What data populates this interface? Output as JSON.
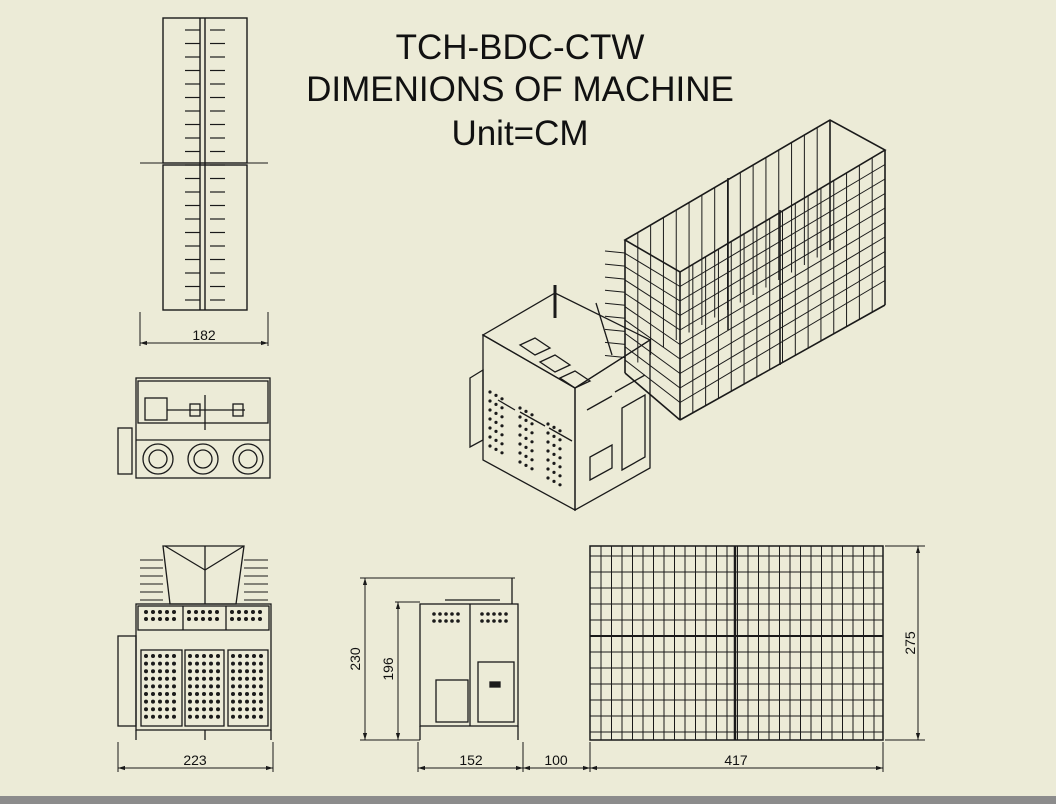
{
  "title": {
    "model": "TCH-BDC-CTW",
    "heading": "DIMENIONS OF MACHINE",
    "unit": "Unit=CM"
  },
  "dimensions": {
    "top_view_width": "182",
    "front_view_width": "223",
    "side_height_total": "230",
    "side_height_cabinet": "196",
    "side_width": "152",
    "gap": "100",
    "creel_length": "417",
    "creel_height": "275"
  },
  "colors": {
    "background": "#ecebd7",
    "line": "#1a1a1a",
    "bar": "#8c8c8c"
  }
}
